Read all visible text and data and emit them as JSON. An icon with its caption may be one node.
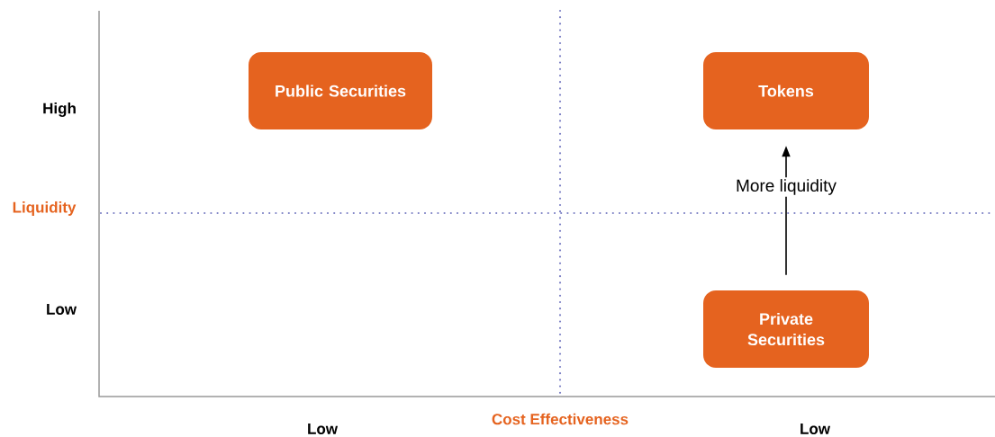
{
  "diagram": {
    "nodes": [
      {
        "text": [
          "Public Securities"
        ]
      },
      {
        "text": [
          "Tokens"
        ]
      },
      {
        "text": [
          "Private Securities"
        ]
      }
    ],
    "edges": [
      {
        "from": 2,
        "to": 1,
        "arrow": "to",
        "label": "More liquidity"
      }
    ],
    "labels": [
      "High",
      "Liquidity",
      "Low",
      "Low",
      "Cost Effectiveness",
      "Low"
    ]
  }
}
